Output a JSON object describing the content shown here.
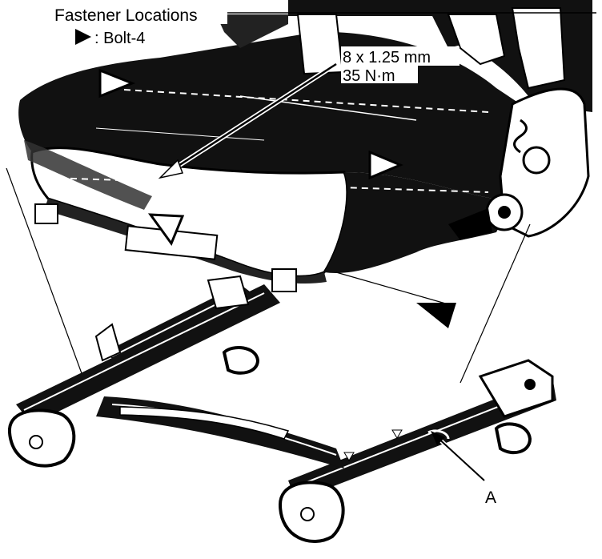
{
  "legend": {
    "title": "Fastener Locations",
    "item_icon": "filled-triangle-right-icon",
    "item_label": ": Bolt-4"
  },
  "callouts": {
    "bolt_size": "8 x 1.25 mm",
    "torque": "35 N·m",
    "part_a": "A"
  },
  "colors": {
    "ink": "#000000",
    "paper": "#ffffff"
  }
}
